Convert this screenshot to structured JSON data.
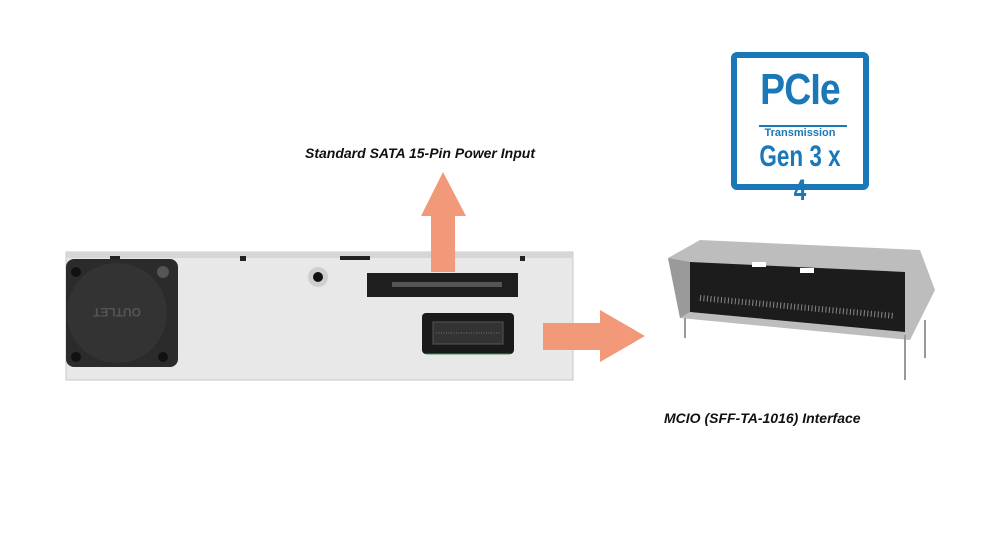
{
  "labels": {
    "sata": "Standard SATA 15-Pin Power Input",
    "mcio": "MCIO (SFF-TA-1016) Interface"
  },
  "badge": {
    "title": "PCIe",
    "subtitle": "Transmission",
    "spec": "Gen 3 x 4"
  },
  "device": {
    "fan_label": "OUTLET"
  },
  "colors": {
    "arrow": "#f2997a",
    "badge": "#1a78b8",
    "panel": "#e6e6e6"
  }
}
